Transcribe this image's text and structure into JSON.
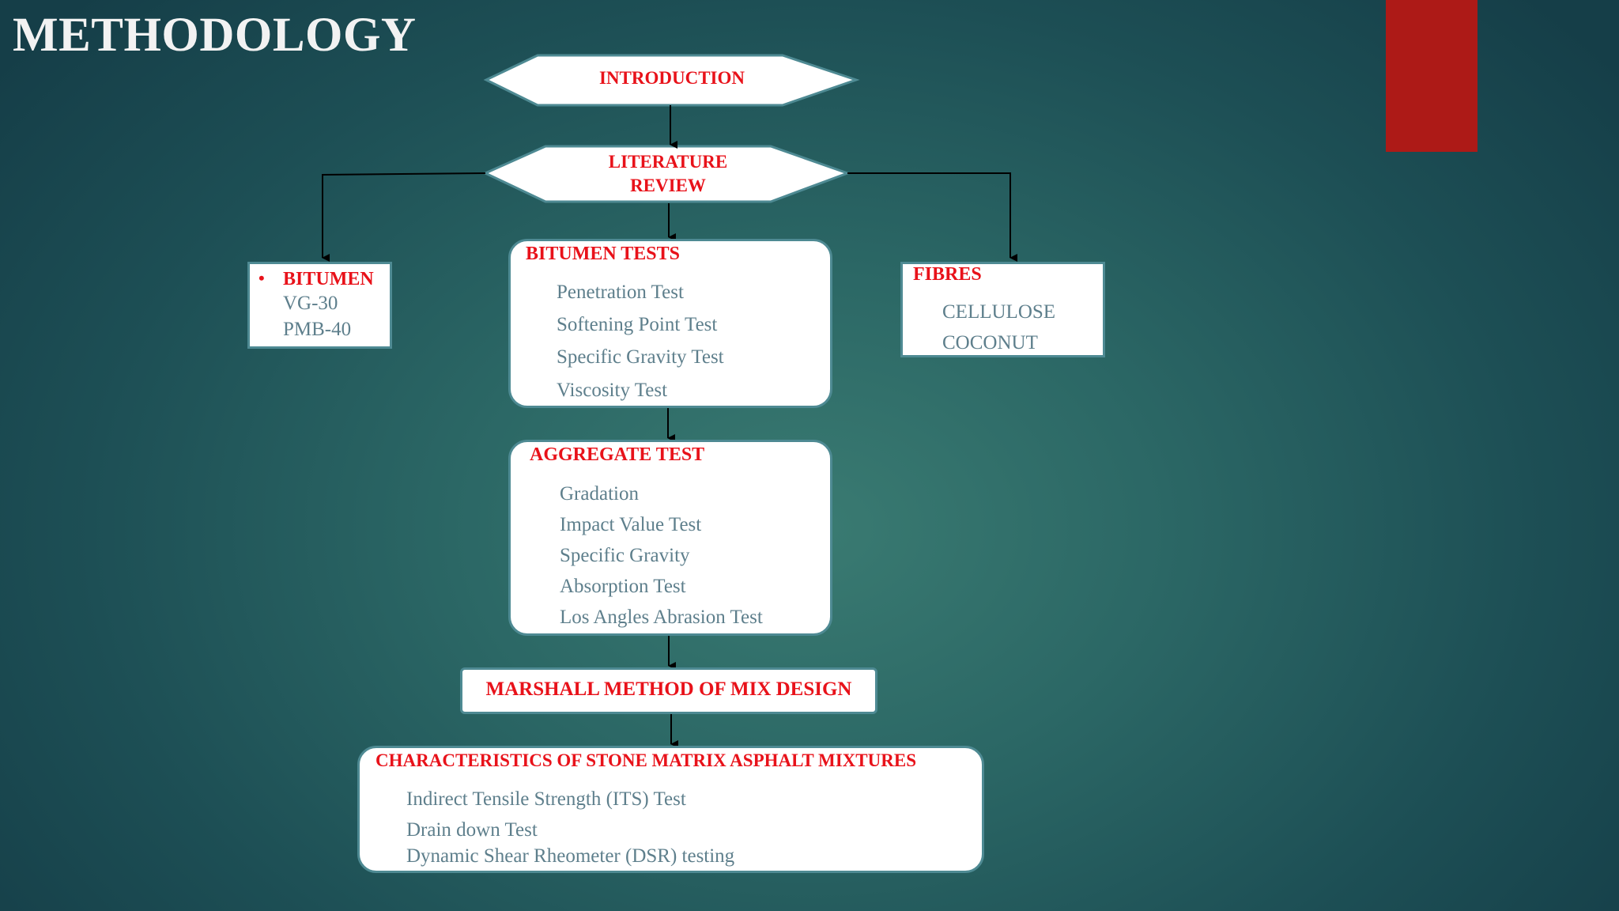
{
  "title": "METHODOLOGY",
  "accent_color": "#ad1a17",
  "intro": "INTRODUCTION",
  "literature": [
    "LITERATURE",
    "REVIEW"
  ],
  "bitumen": {
    "bullet": "•",
    "heading": "BITUMEN",
    "items": [
      "VG-30",
      "PMB-40"
    ]
  },
  "fibres": {
    "heading": "FIBRES",
    "items": [
      "CELLULOSE",
      "COCONUT"
    ]
  },
  "bitumen_tests": {
    "heading": "BITUMEN TESTS",
    "items": [
      "Penetration Test",
      "Softening Point Test",
      "Specific Gravity Test",
      "Viscosity Test"
    ]
  },
  "aggregate_test": {
    "heading": "AGGREGATE TEST",
    "items": [
      "Gradation",
      "Impact Value Test",
      "Specific Gravity",
      "Absorption Test",
      "Los Angles Abrasion Test"
    ]
  },
  "marshall": "MARSHALL METHOD OF MIX DESIGN",
  "characteristics": {
    "heading": "CHARACTERISTICS OF STONE MATRIX ASPHALT MIXTURES",
    "items": [
      "Indirect Tensile Strength (ITS) Test",
      "Drain down Test",
      "Dynamic Shear Rheometer (DSR) testing"
    ]
  }
}
